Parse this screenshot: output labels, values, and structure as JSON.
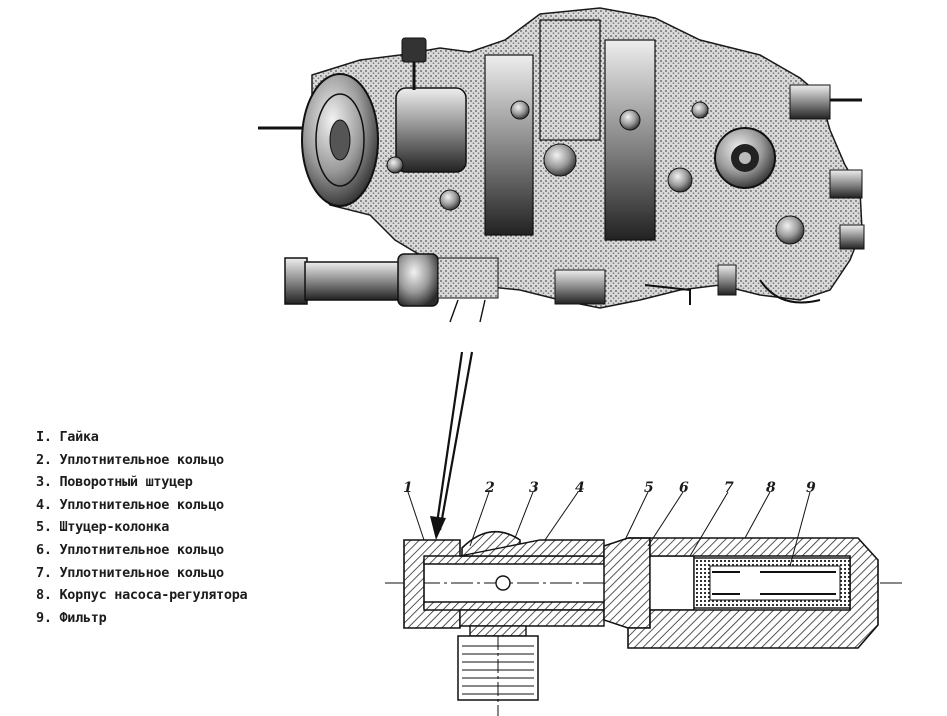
{
  "legend": {
    "items": [
      "I. Гайка",
      "2. Уплотнительное кольцо",
      "3. Поворотный штуцер",
      "4. Уплотнительное кольцо",
      "5. Штуцер-колонка",
      "6. Уплотнительное кольцо",
      "7. Уплотнительное кольцо",
      "8. Корпус насоса-регулятора",
      "9. Фильтр"
    ]
  },
  "callouts": [
    "1",
    "2",
    "3",
    "4",
    "5",
    "6",
    "7",
    "8",
    "9"
  ],
  "colors": {
    "ink": "#1a1a1a",
    "hatch": "#2a2a2a",
    "paper": "#ffffff"
  }
}
